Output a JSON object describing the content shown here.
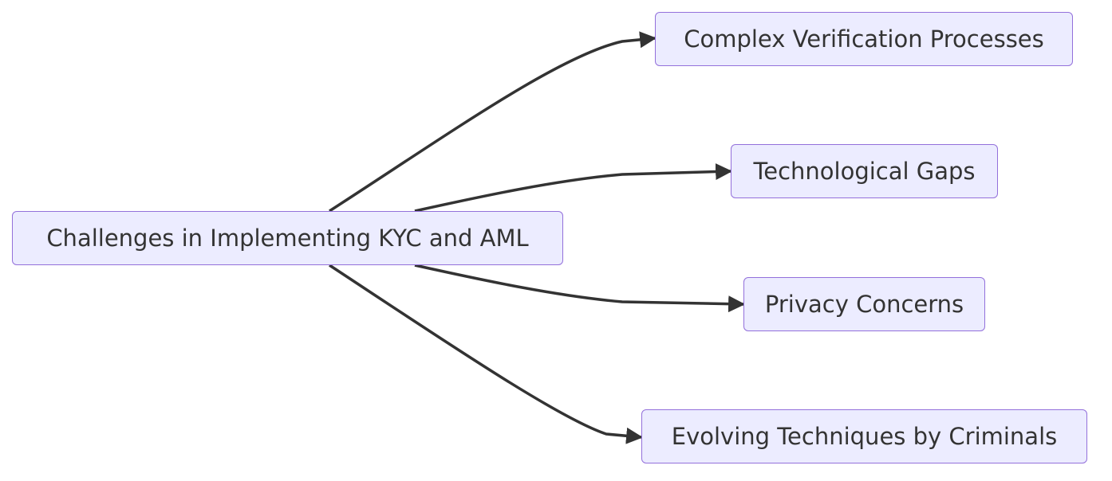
{
  "diagram": {
    "colors": {
      "node_fill": "#ececff",
      "node_border": "#9370db",
      "text": "#333333",
      "edge": "#333333"
    },
    "root": {
      "label": "Challenges in Implementing KYC and AML"
    },
    "children": [
      {
        "label": "Complex Verification Processes"
      },
      {
        "label": "Technological Gaps"
      },
      {
        "label": "Privacy Concerns"
      },
      {
        "label": "Evolving Techniques by Criminals"
      }
    ],
    "edges": [
      {
        "from": "root",
        "to": "children.0"
      },
      {
        "from": "root",
        "to": "children.1"
      },
      {
        "from": "root",
        "to": "children.2"
      },
      {
        "from": "root",
        "to": "children.3"
      }
    ]
  }
}
